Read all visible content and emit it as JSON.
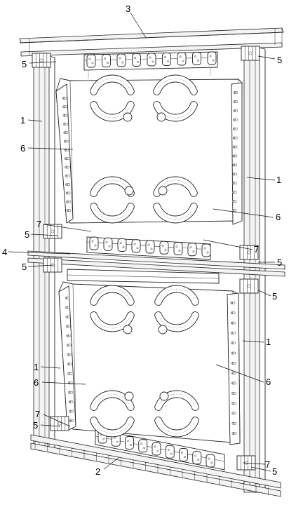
{
  "labels": {
    "column": "1",
    "bottom_beam": "2",
    "top_beam": "3",
    "middle_beam": "4",
    "connector": "5",
    "infill_plate": "6",
    "stiffener": "7"
  }
}
